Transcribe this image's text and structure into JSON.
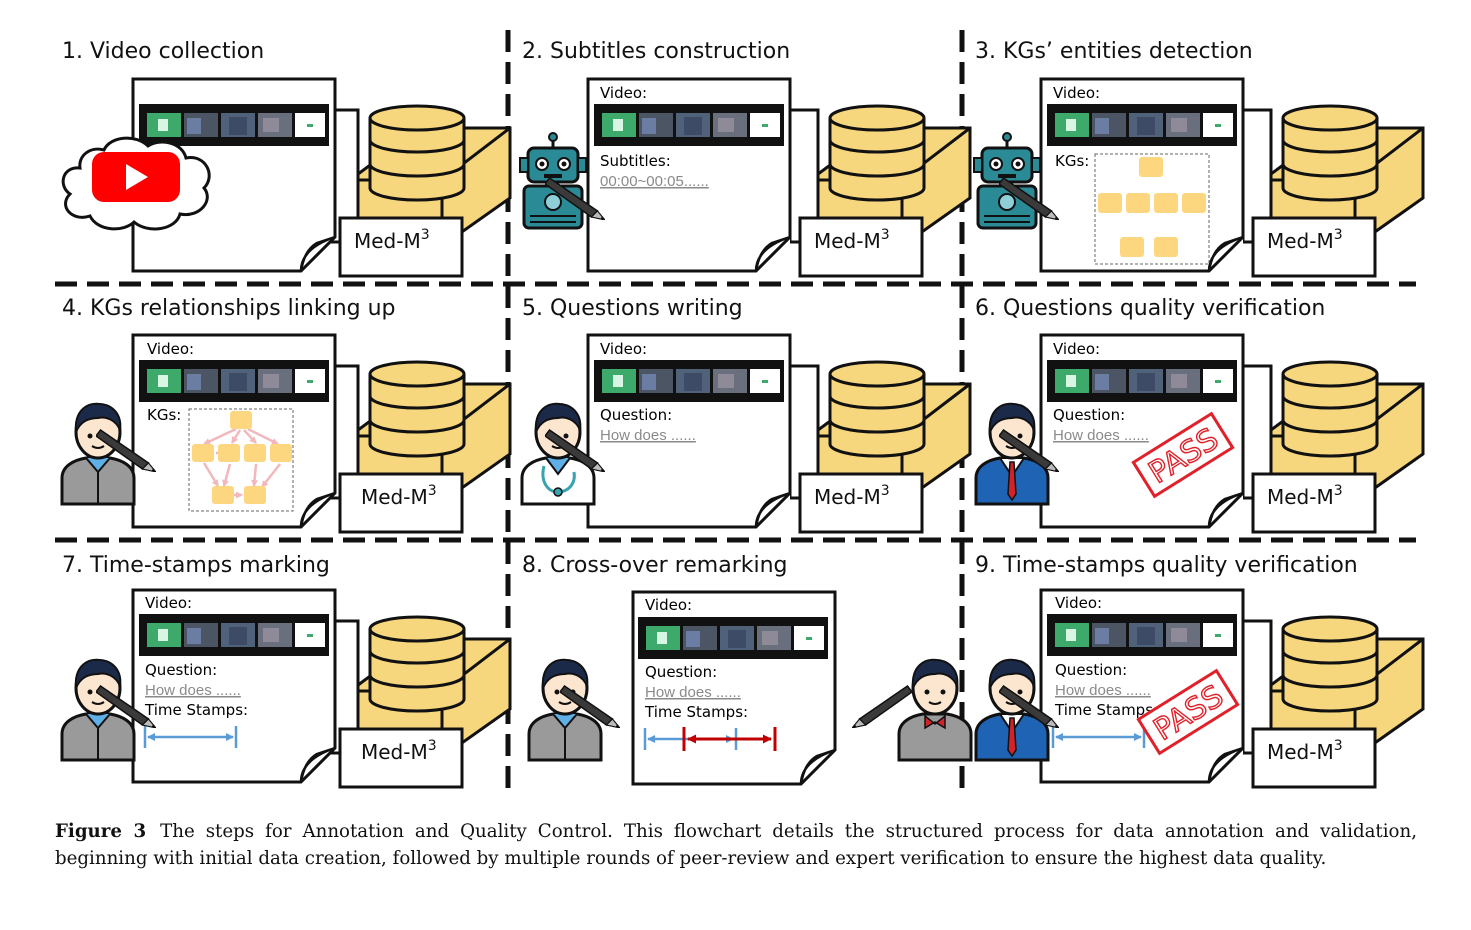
{
  "steps": [
    {
      "title": "1. Video collection"
    },
    {
      "title": "2. Subtitles construction",
      "video_label": "Video:",
      "field_label": "Subtitles:",
      "field_value": "00:00~00:05......"
    },
    {
      "title": "3. KGs’ entities detection",
      "video_label": "Video:",
      "kg_label": "KGs:"
    },
    {
      "title": "4. KGs relationships linking up",
      "video_label": "Video:",
      "kg_label": "KGs:"
    },
    {
      "title": "5. Questions writing",
      "video_label": "Video:",
      "field_label": "Question:",
      "field_value": "How does ......"
    },
    {
      "title": "6. Questions quality verification",
      "video_label": "Video:",
      "field_label": "Question:",
      "field_value": "How does ......",
      "stamp": "PASS"
    },
    {
      "title": "7. Time-stamps marking",
      "video_label": "Video:",
      "field_label": "Question:",
      "field_value": "How does ......",
      "ts_label": "Time Stamps:"
    },
    {
      "title": "8. Cross-over remarking",
      "video_label": "Video:",
      "field_label": "Question:",
      "field_value": "How does ......",
      "ts_label": "Time Stamps:"
    },
    {
      "title": "9. Time-stamps quality verification",
      "video_label": "Video:",
      "field_label": "Question:",
      "field_value": "How does ......",
      "ts_label": "Time Stamps:",
      "stamp": "PASS"
    }
  ],
  "database_label": "Med-M",
  "database_superscript": "3",
  "caption": {
    "label": "Figure 3",
    "text": "The steps for Annotation and Quality Control. This flowchart details the structured process for data annotation and validation, beginning with initial data creation, followed by multiple rounds of peer-review and expert verification to ensure the highest data quality."
  },
  "icons": [
    "youtube-icon",
    "robot-icon",
    "annotator-icon",
    "doctor-icon",
    "expert-icon",
    "pen-icon",
    "database-icon",
    "document-icon",
    "filmstrip-icon",
    "pass-stamp-icon"
  ],
  "colors": {
    "db_fill": "#f7d77e",
    "kg_node": "#fcd77f",
    "kg_edge": "#f2b8bc",
    "stamp": "#e0212a",
    "arrow_blue": "#5b9bd5",
    "arrow_red": "#c00000",
    "robot": "#2a8a96",
    "youtube": "#ff0000"
  }
}
